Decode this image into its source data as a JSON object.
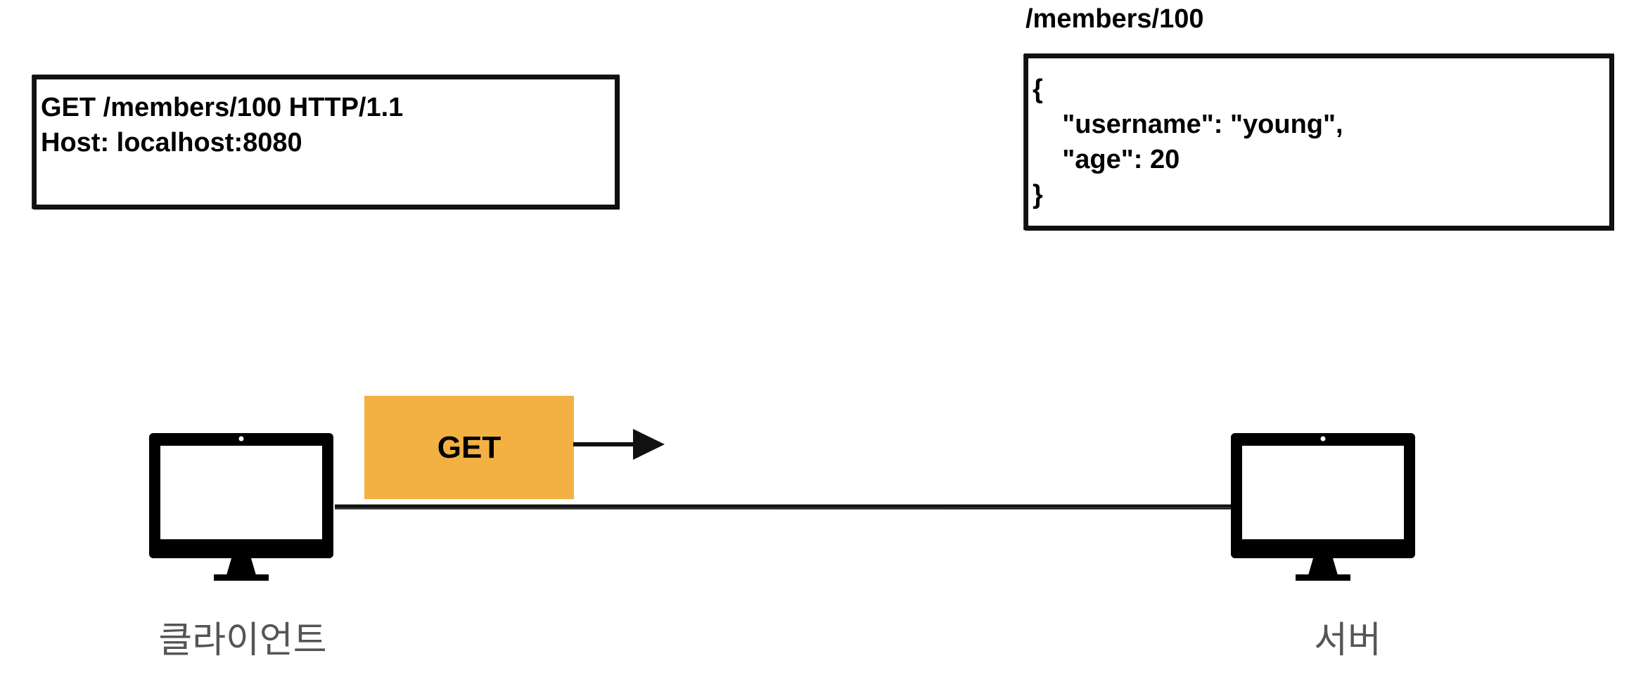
{
  "request": {
    "lines": [
      "GET /members/100 HTTP/1.1",
      "Host: localhost:8080"
    ]
  },
  "response": {
    "path": "/members/100",
    "lines": [
      "{",
      "    \"username\": \"young\",",
      "    \"age\": 20",
      "}"
    ]
  },
  "message": {
    "method": "GET"
  },
  "nodes": {
    "client": "클라이언트",
    "server": "서버"
  },
  "colors": {
    "badge": "#f2b142",
    "stroke": "#111111",
    "label": "#555555"
  },
  "icons": {
    "client": "monitor-icon",
    "server": "monitor-icon",
    "arrow": "arrow-right-icon"
  }
}
